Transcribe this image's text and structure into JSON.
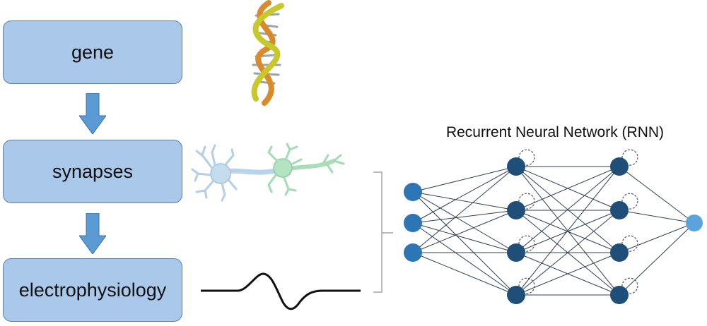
{
  "pipeline": {
    "steps": [
      {
        "label": "gene"
      },
      {
        "label": "synapses"
      },
      {
        "label": "electrophysiology"
      }
    ]
  },
  "rnn": {
    "title": "Recurrent Neural Network (RNN)",
    "layers": [
      3,
      4,
      4,
      1
    ]
  },
  "colors": {
    "box_fill": "#a9c8ea",
    "box_border": "#5b7fa6",
    "arrow": "#5b9bd5",
    "input_node": "#2e75b6",
    "hidden_node": "#1f4e79",
    "output_node": "#5ba3dc",
    "edge": "#333f4f"
  },
  "icons": [
    "dna-helix-icon",
    "neuron-icon",
    "action-potential-waveform-icon",
    "bracket-icon"
  ]
}
